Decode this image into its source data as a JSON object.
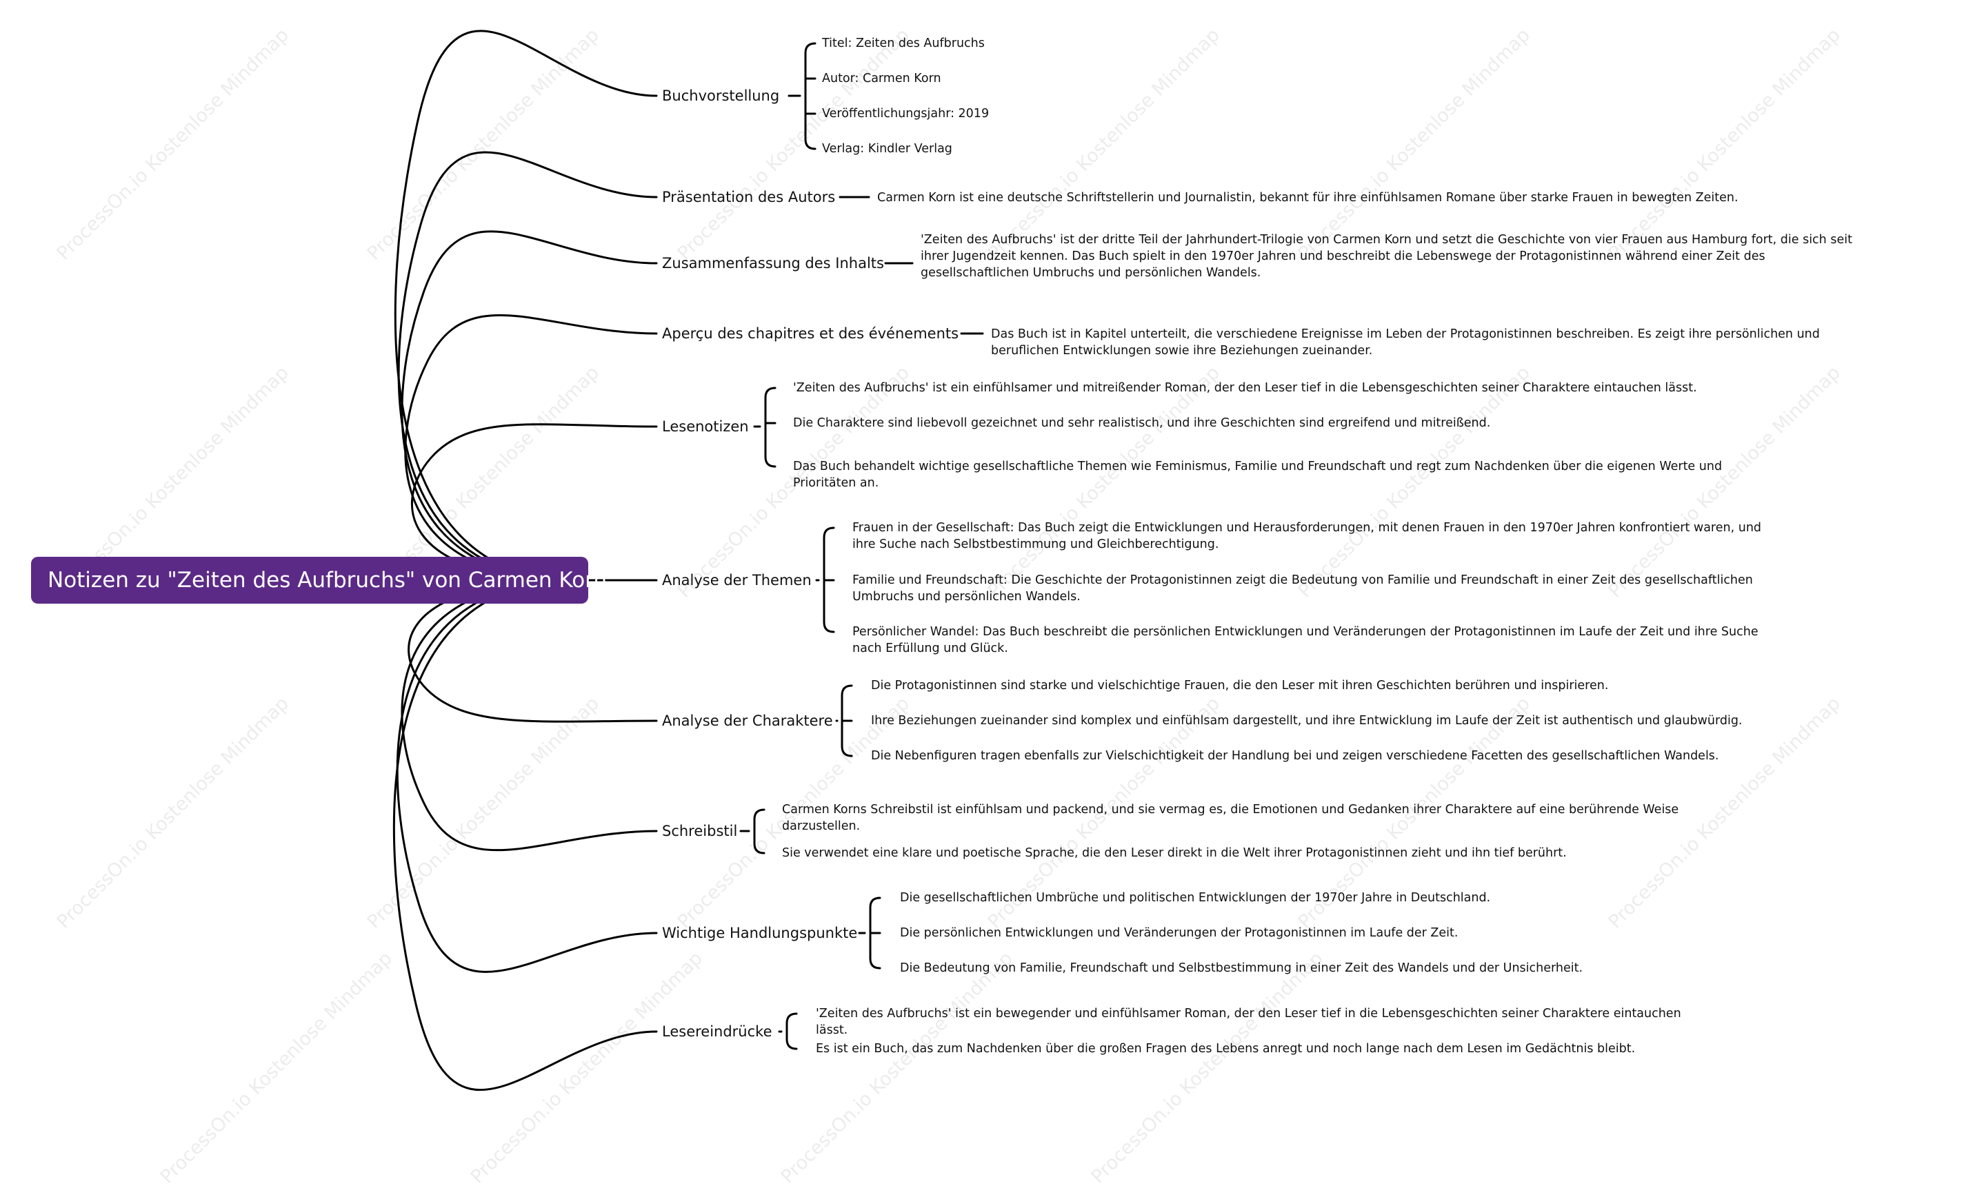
{
  "root": {
    "title": "Notizen zu \"Zeiten des Aufbruchs\" von Carmen Korn"
  },
  "watermark": "ProcessOn.io Kostenlose Mindmap",
  "branches": [
    {
      "key": "buchvorstellung",
      "label": "Buchvorstellung",
      "children": [
        "Titel: Zeiten des Aufbruchs",
        "Autor: Carmen Korn",
        "Veröffentlichungsjahr: 2019",
        "Verlag: Kindler Verlag"
      ]
    },
    {
      "key": "praesentation-autor",
      "label": "Präsentation des Autors",
      "children": [
        "Carmen Korn ist eine deutsche Schriftstellerin und Journalistin, bekannt für ihre einfühlsamen Romane über starke Frauen in bewegten Zeiten."
      ]
    },
    {
      "key": "zusammenfassung",
      "label": "Zusammenfassung des Inhalts",
      "children": [
        "'Zeiten des Aufbruchs' ist der dritte Teil der Jahrhundert-Trilogie von Carmen Korn und setzt die Geschichte von vier Frauen aus Hamburg fort, die sich seit ihrer Jugendzeit kennen. Das Buch spielt in den 1970er Jahren und beschreibt die Lebenswege der Protagonistinnen während einer Zeit des gesellschaftlichen Umbruchs und persönlichen Wandels."
      ]
    },
    {
      "key": "apercu",
      "label": "Aperçu des chapitres et des événements",
      "children": [
        "Das Buch ist in Kapitel unterteilt, die verschiedene Ereignisse im Leben der Protagonistinnen beschreiben. Es zeigt ihre persönlichen und beruflichen Entwicklungen sowie ihre Beziehungen zueinander."
      ]
    },
    {
      "key": "lesenotizen",
      "label": "Lesenotizen",
      "children": [
        "'Zeiten des Aufbruchs' ist ein einfühlsamer und mitreißender Roman, der den Leser tief in die Lebensgeschichten seiner Charaktere eintauchen lässt.",
        "Die Charaktere sind liebevoll gezeichnet und sehr realistisch, und ihre Geschichten sind ergreifend und mitreißend.",
        "Das Buch behandelt wichtige gesellschaftliche Themen wie Feminismus, Familie und Freundschaft und regt zum Nachdenken über die eigenen Werte und Prioritäten an."
      ]
    },
    {
      "key": "themen",
      "label": "Analyse der Themen",
      "children": [
        "Frauen in der Gesellschaft: Das Buch zeigt die Entwicklungen und Herausforderungen, mit denen Frauen in den 1970er Jahren konfrontiert waren, und ihre Suche nach Selbstbestimmung und Gleichberechtigung.",
        "Familie und Freundschaft: Die Geschichte der Protagonistinnen zeigt die Bedeutung von Familie und Freundschaft in einer Zeit des gesellschaftlichen Umbruchs und persönlichen Wandels.",
        "Persönlicher Wandel: Das Buch beschreibt die persönlichen Entwicklungen und Veränderungen der Protagonistinnen im Laufe der Zeit und ihre Suche nach Erfüllung und Glück."
      ]
    },
    {
      "key": "charaktere",
      "label": "Analyse der Charaktere",
      "children": [
        "Die Protagonistinnen sind starke und vielschichtige Frauen, die den Leser mit ihren Geschichten berühren und inspirieren.",
        "Ihre Beziehungen zueinander sind komplex und einfühlsam dargestellt, und ihre Entwicklung im Laufe der Zeit ist authentisch und glaubwürdig.",
        "Die Nebenfiguren tragen ebenfalls zur Vielschichtigkeit der Handlung bei und zeigen verschiedene Facetten des gesellschaftlichen Wandels."
      ]
    },
    {
      "key": "schreibstil",
      "label": "Schreibstil",
      "children": [
        "Carmen Korns Schreibstil ist einfühlsam und packend, und sie vermag es, die Emotionen und Gedanken ihrer Charaktere auf eine berührende Weise darzustellen.",
        "Sie verwendet eine klare und poetische Sprache, die den Leser direkt in die Welt ihrer Protagonistinnen zieht und ihn tief berührt."
      ]
    },
    {
      "key": "handlungspunkte",
      "label": "Wichtige Handlungspunkte",
      "children": [
        "Die gesellschaftlichen Umbrüche und politischen Entwicklungen der 1970er Jahre in Deutschland.",
        "Die persönlichen Entwicklungen und Veränderungen der Protagonistinnen im Laufe der Zeit.",
        "Die Bedeutung von Familie, Freundschaft und Selbstbestimmung in einer Zeit des Wandels und der Unsicherheit."
      ]
    },
    {
      "key": "lesereindruecke",
      "label": "Lesereindrücke",
      "children": [
        "'Zeiten des Aufbruchs' ist ein bewegender und einfühlsamer Roman, der den Leser tief in die Lebensgeschichten seiner Charaktere eintauchen lässt.",
        "Es ist ein Buch, das zum Nachdenken über die großen Fragen des Lebens anregt und noch lange nach dem Lesen im Gedächtnis bleibt."
      ]
    }
  ]
}
